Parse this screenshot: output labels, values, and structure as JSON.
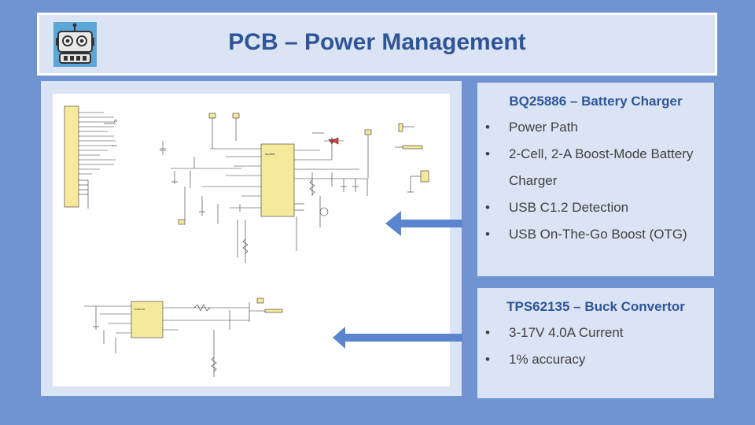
{
  "title": "PCB – Power Management",
  "logo_icon": "robot-icon",
  "colors": {
    "background": "#7094d2",
    "panel": "#dbe4f4",
    "title": "#2f5597",
    "arrow": "#5b86cf",
    "chip": "#f7e99b"
  },
  "boxes": [
    {
      "heading": "BQ25886 – Battery Charger",
      "items": [
        "Power Path",
        "2-Cell, 2-A Boost-Mode Battery Charger",
        "USB C1.2 Detection",
        "USB On-The-Go Boost (OTG)"
      ]
    },
    {
      "heading": "TPS62135 – Buck Convertor",
      "items": [
        "3-17V 4.0A Current",
        "1% accuracy"
      ]
    }
  ]
}
